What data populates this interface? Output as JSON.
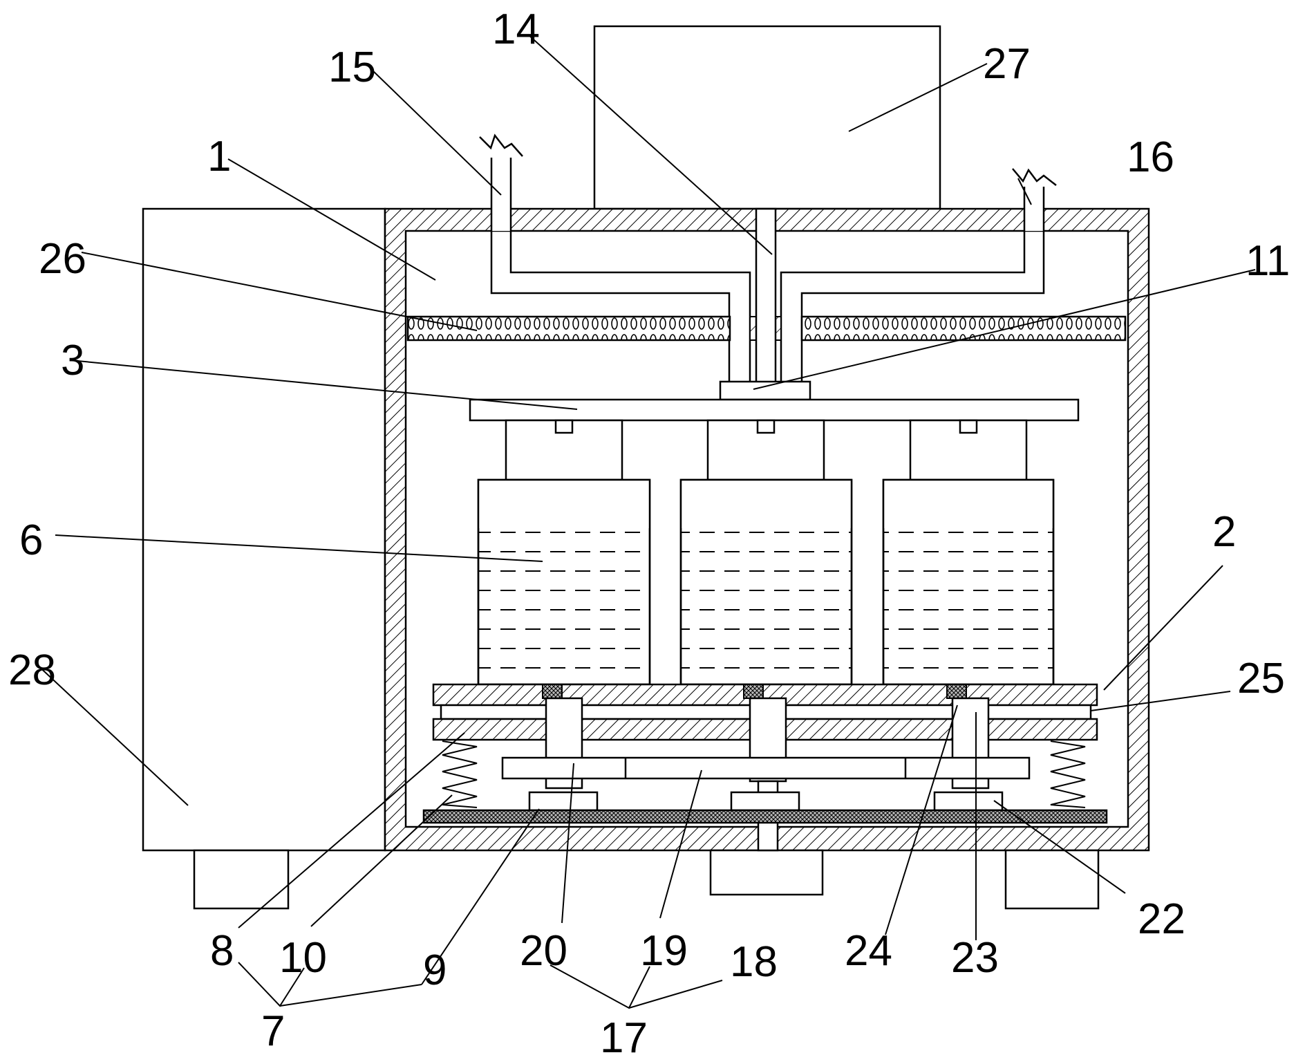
{
  "labels": {
    "l1": "1",
    "l2": "2",
    "l3": "3",
    "l6": "6",
    "l7": "7",
    "l8": "8",
    "l9": "9",
    "l10": "10",
    "l11": "11",
    "l14": "14",
    "l15": "15",
    "l16": "16",
    "l17": "17",
    "l18": "18",
    "l19": "19",
    "l20": "20",
    "l22": "22",
    "l23": "23",
    "l24": "24",
    "l25": "25",
    "l26": "26",
    "l27": "27",
    "l28": "28"
  }
}
